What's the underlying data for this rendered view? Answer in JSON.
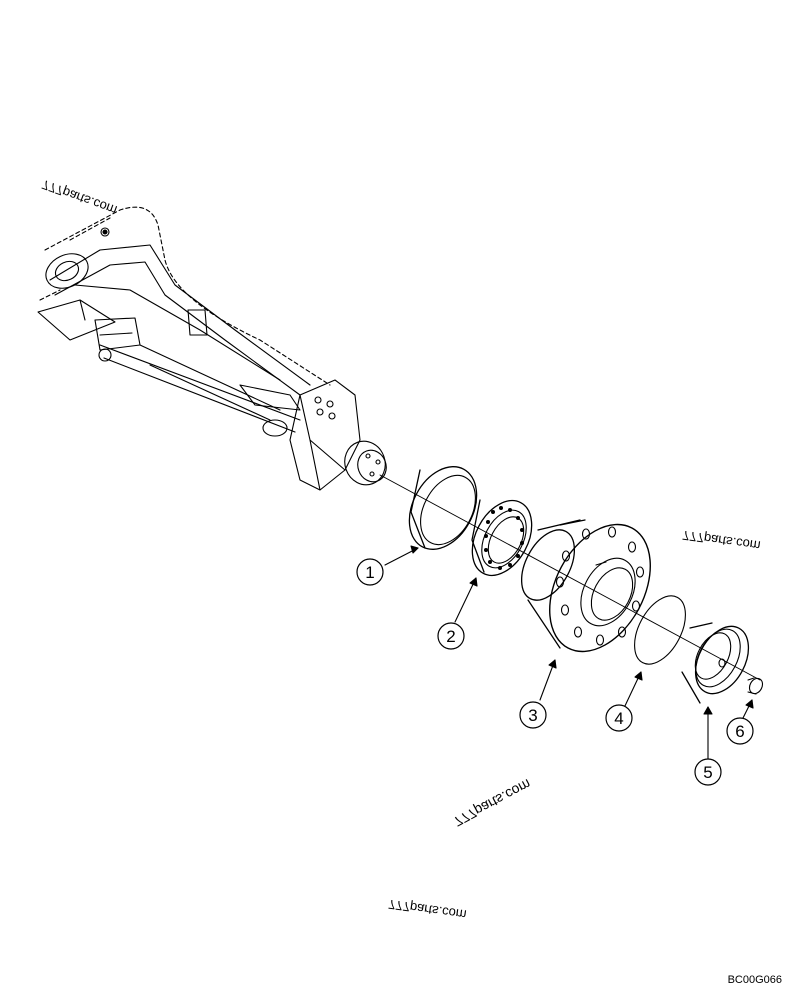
{
  "callouts": [
    {
      "id": 1,
      "label": "1"
    },
    {
      "id": 2,
      "label": "2"
    },
    {
      "id": 3,
      "label": "3"
    },
    {
      "id": 4,
      "label": "4"
    },
    {
      "id": 5,
      "label": "5"
    },
    {
      "id": 6,
      "label": "6"
    }
  ],
  "watermarks": [
    "777parts.com",
    "777parts.com",
    "777parts.com",
    "777parts.com"
  ],
  "drawing_code": "BC00G066",
  "colors": {
    "line": "#000000",
    "background": "#ffffff"
  }
}
